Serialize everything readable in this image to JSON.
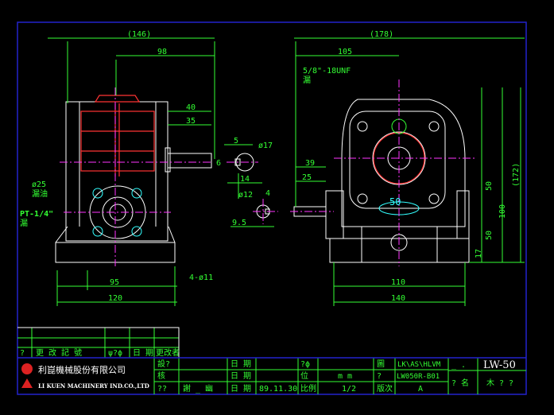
{
  "drawing": {
    "left_view": {
      "overall_width": "(146)",
      "width_98": "98",
      "shaft_40": "40",
      "shaft_35": "35",
      "base_95": "95",
      "base_120": "120",
      "holes": "4-ø11",
      "oil_dia": "ø25",
      "oil_note": "漏油",
      "drain": "PT-1/4\"",
      "drain_note": "漏"
    },
    "key_detail": {
      "key_5": "5",
      "dia_17": "ø17",
      "key_6": "6",
      "len_14": "14",
      "dia_12": "ø12",
      "key_4": "4",
      "len_9_5": "9.5"
    },
    "right_view": {
      "overall_width": "(178)",
      "width_105": "105",
      "thread": "5/8\"-18UNF",
      "thread_note": "漏",
      "shaft_39": "39",
      "shaft_25": "25",
      "center_50": "50",
      "h_50a": "50",
      "h_100": "100",
      "h_172": "(172)",
      "h_50b": "50",
      "h_17": "17",
      "base_110": "110",
      "base_140": "140"
    }
  },
  "revision_table": {
    "headers": [
      "?",
      "更 改 記 號",
      "ψ?ϕ",
      "日 期",
      "更改者"
    ]
  },
  "title_block": {
    "company_cn": "利崑機械股份有限公司",
    "company_en": "LI KUEN MACHINERY IND.CO.,LTD",
    "rows": [
      [
        "設?",
        "",
        "日 期",
        "",
        "?ϕ",
        "",
        "圖",
        "LK\\AS\\HLVM"
      ],
      [
        "核",
        "",
        "日 期",
        "",
        "位",
        "m m",
        "?",
        "LW050R-B01"
      ],
      [
        "??",
        "謝 _ 幽",
        "日 期",
        "89.11.30",
        "比例",
        "1/2",
        "版次",
        "A"
      ]
    ],
    "name_label": "_ .",
    "model": "LW-50",
    "right_cells": [
      "? 名",
      "木 ? ?"
    ]
  },
  "colors": {
    "lines": "#ffffff",
    "dimensions": "#33ff33",
    "center": "#ff33ff",
    "gear": "#ff3333",
    "hidden": "#33ffff",
    "border": "#2222cc"
  }
}
